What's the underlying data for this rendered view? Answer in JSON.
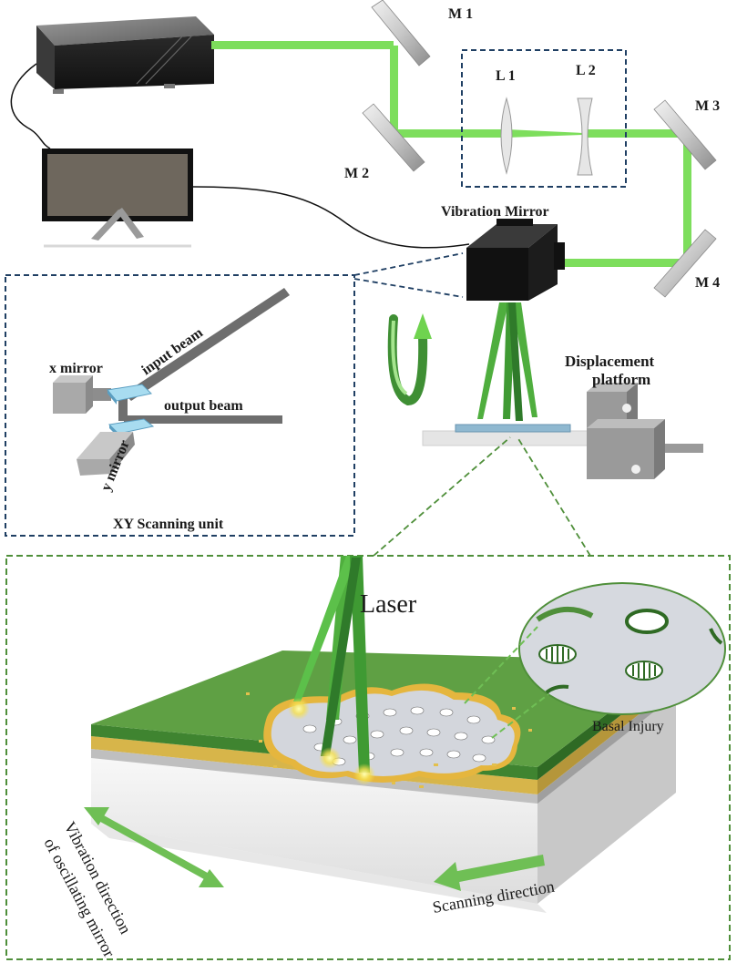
{
  "labels": {
    "m1": "M 1",
    "m2": "M 2",
    "m3": "M 3",
    "m4": "M 4",
    "l1": "L 1",
    "l2": "L 2",
    "vibration_mirror": "Vibration Mirror",
    "displacement_line1": "Displacement",
    "displacement_line2": "platform",
    "x_mirror": "x mirror",
    "y_mirror": "y mirror",
    "input_beam": "input beam",
    "output_beam": "output beam",
    "xy_scanning_unit": "XY Scanning unit",
    "laser": "Laser",
    "basal_injury": "Basal Injury",
    "vibration_line1": "Vibration direction",
    "vibration_line2": "of oscillating mirror",
    "scanning_direction": "Scanning direction"
  },
  "colors": {
    "beam_green": "#74d957",
    "beam_dark_green": "#3f8f34",
    "frame_blue": "#1f3f63",
    "frame_green": "#4f8f3a",
    "substrate_green": "#5fa044",
    "gold_layer": "#d7b54a",
    "mirror_gray": "#c9c9c9",
    "monitor_screen": "#6e675d"
  },
  "icons": {
    "laser_source": "laser-box-icon",
    "monitor": "monitor-icon",
    "galvo": "galvo-scanner-icon",
    "stage": "displacement-stage-icon",
    "rotation_arrow": "curved-arrow-icon"
  }
}
